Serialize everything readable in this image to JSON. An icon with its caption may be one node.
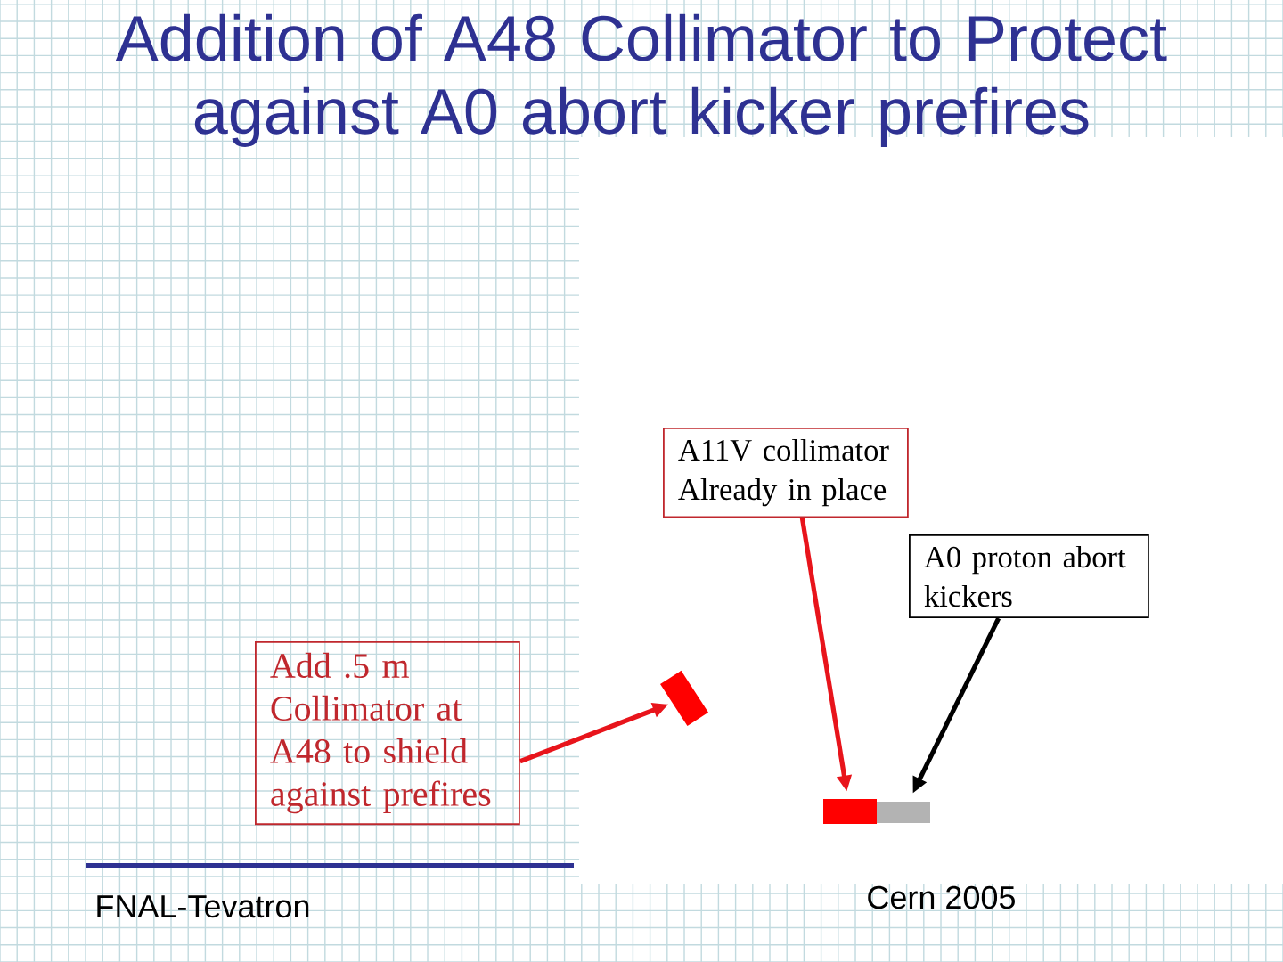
{
  "diagram": {
    "title": "Addition of A48 Collimator to Protect against A0 abort kicker prefires",
    "nodes": [
      {
        "text": [
          "A11V collimator Already in place"
        ]
      },
      {
        "text": [
          "A0 proton abort kickers"
        ]
      },
      {
        "text": [
          "Add .5 m Collimator at A48 to shield against prefires"
        ]
      },
      {
        "text": [],
        "shape": "box"
      },
      {
        "text": [],
        "shape": "box"
      },
      {
        "text": [],
        "shape": "box"
      }
    ],
    "edges": [
      {
        "from": 2,
        "to": 3,
        "arrow": "to"
      },
      {
        "from": 0,
        "to": 4,
        "arrow": "to"
      },
      {
        "from": 1,
        "to": 5,
        "arrow": "to",
        "color": "#000000"
      }
    ],
    "labels": [
      "FNAL-Tevatron",
      "Cern 2005"
    ]
  }
}
